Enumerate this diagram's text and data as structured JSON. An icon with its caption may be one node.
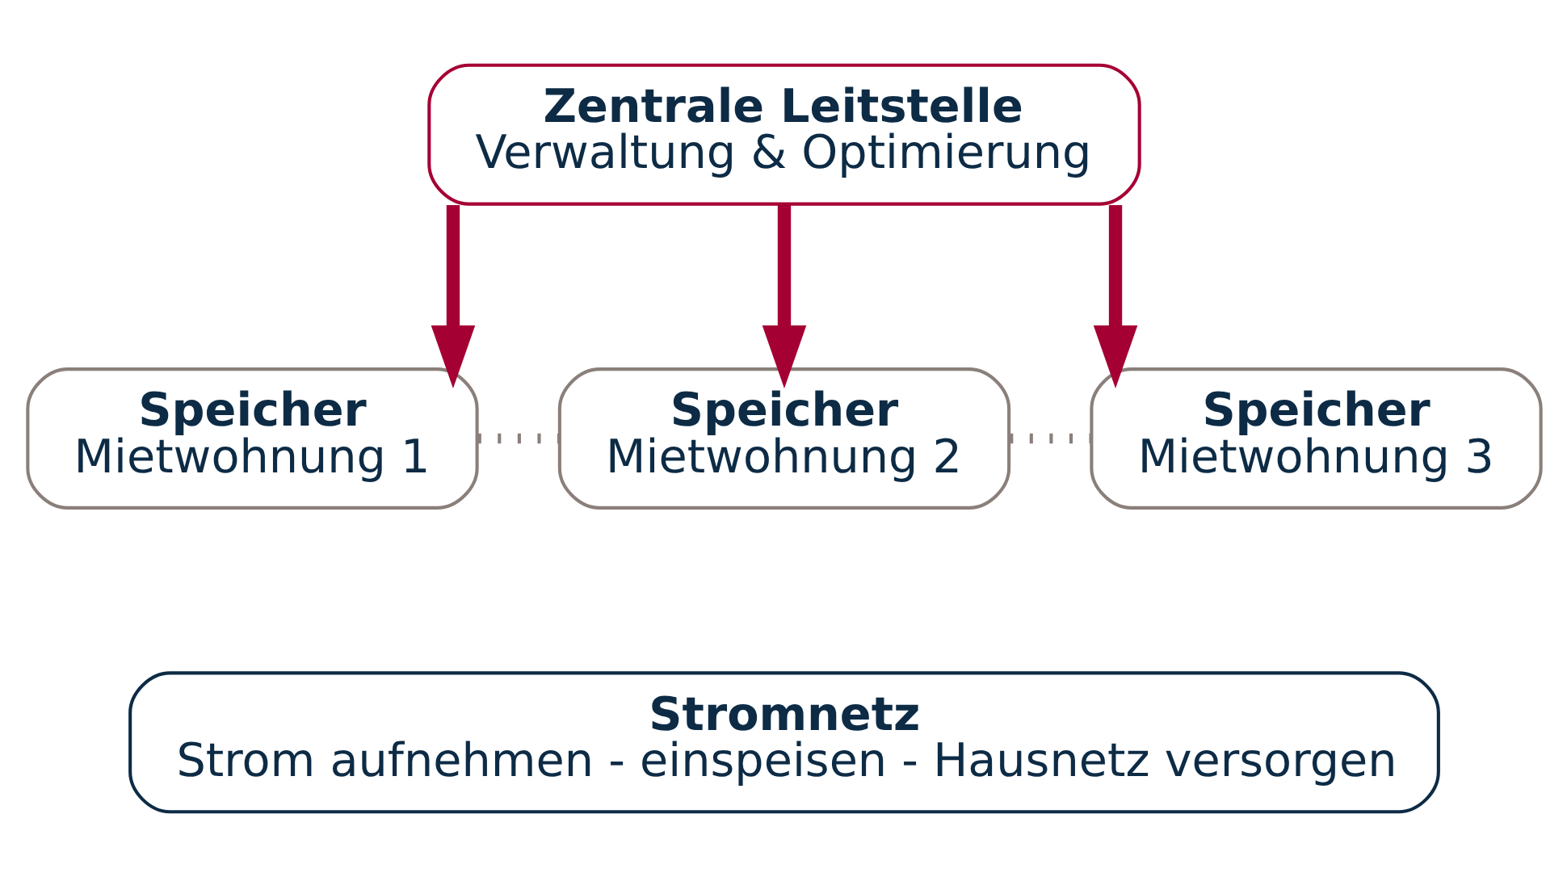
{
  "diagram": {
    "nodes": [
      {
        "text": [
          "Zentrale Leitstelle",
          "Verwaltung & Optimierung"
        ]
      },
      {
        "text": [
          "Speicher",
          "Mietwohnung 1"
        ]
      },
      {
        "text": [
          "Speicher",
          "Mietwohnung 2"
        ]
      },
      {
        "text": [
          "Speicher",
          "Mietwohnung 3"
        ]
      },
      {
        "text": [
          "Stromnetz",
          "Strom aufnehmen - einspeisen - Hausnetz versorgen"
        ]
      }
    ],
    "edges": [
      {
        "from": 0,
        "to": 1,
        "arrow": "to"
      },
      {
        "from": 0,
        "to": 2,
        "arrow": "to"
      },
      {
        "from": 0,
        "to": 3,
        "arrow": "to"
      },
      {
        "from": 1,
        "to": 2,
        "arrow": "none",
        "style": "dashed",
        "color": "#8a7f7a"
      },
      {
        "from": 2,
        "to": 3,
        "arrow": "none",
        "style": "dashed",
        "color": "#8a7f7a"
      }
    ]
  }
}
